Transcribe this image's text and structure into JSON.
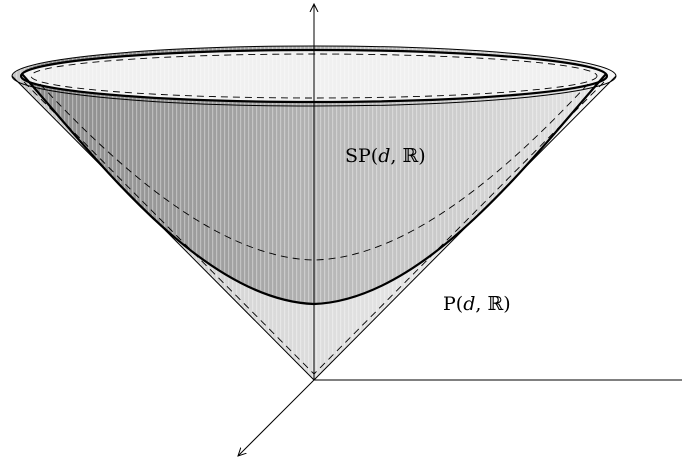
{
  "figure": {
    "labels": {
      "sp": {
        "prefix": "SP(",
        "var": "d",
        "sep": ", ",
        "field": "ℝ",
        "suffix": ")"
      },
      "p": {
        "prefix": "P(",
        "var": "d",
        "sep": ", ",
        "field": "ℝ",
        "suffix": ")"
      }
    },
    "colors": {
      "stroke": "#000000",
      "outer_cone_fill": "#e8e8e8",
      "hyperboloid_fill": "#b8b8b8",
      "hatch": "#ffffff"
    }
  }
}
